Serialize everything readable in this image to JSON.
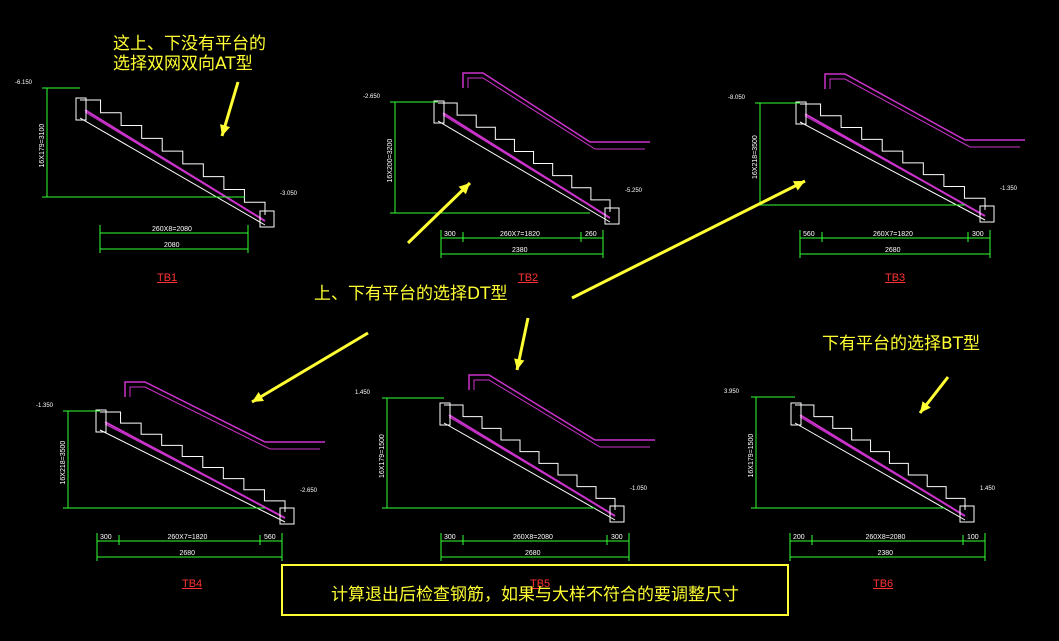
{
  "notes": {
    "at_type_line1": "这上、下没有平台的",
    "at_type_line2": "选择双网双向AT型",
    "dt_type": "上、下有平台的选择DT型",
    "bt_type": "下有平台的选择BT型",
    "footer": "计算退出后检查钢筋，如果与大样不符合的要调整尺寸"
  },
  "stairs": [
    {
      "id": "TB1",
      "label": "TB1",
      "height_dim": "16X179=3100",
      "run_dim": "260X8=2080",
      "total_dim": "2080",
      "top_level": "-6.150",
      "bottom_level": "-3.050",
      "platform_top": false,
      "platform_bottom": false,
      "left_seg": "",
      "right_seg": ""
    },
    {
      "id": "TB2",
      "label": "TB2",
      "height_dim": "16X200=3200",
      "run_dim": "260X7=1820",
      "total_dim": "2380",
      "top_level": "-2.650",
      "bottom_level": "-5.250",
      "platform_top": true,
      "platform_bottom": true,
      "left_seg": "300",
      "right_seg": "260"
    },
    {
      "id": "TB3",
      "label": "TB3",
      "height_dim": "16X218=3500",
      "run_dim": "260X7=1820",
      "total_dim": "2680",
      "top_level": "-8.050",
      "bottom_level": "-1.350",
      "platform_top": true,
      "platform_bottom": true,
      "left_seg": "560",
      "right_seg": "300"
    },
    {
      "id": "TB4",
      "label": "TB4",
      "height_dim": "16X218=3500",
      "run_dim": "260X7=1820",
      "total_dim": "2680",
      "top_level": "-1.350",
      "bottom_level": "-2.650",
      "platform_top": true,
      "platform_bottom": true,
      "left_seg": "300",
      "right_seg": "560"
    },
    {
      "id": "TB5",
      "label": "TB5",
      "height_dim": "16X179=1500",
      "run_dim": "260X8=2080",
      "total_dim": "2680",
      "top_level": "1.450",
      "bottom_level": "-1.050",
      "platform_top": true,
      "platform_bottom": true,
      "left_seg": "300",
      "right_seg": "300"
    },
    {
      "id": "TB6",
      "label": "TB6",
      "height_dim": "16X179=1500",
      "run_dim": "260X8=2080",
      "total_dim": "2380",
      "top_level": "3.950",
      "bottom_level": "1.450",
      "platform_top": false,
      "platform_bottom": true,
      "left_seg": "200",
      "right_seg": "100"
    }
  ],
  "colors": {
    "background": "#000000",
    "annotation": "#ffff33",
    "stair_outline": "#ffffff",
    "rebar": "#cc33cc",
    "dimension": "#33ff33",
    "label": "#ff3333"
  }
}
